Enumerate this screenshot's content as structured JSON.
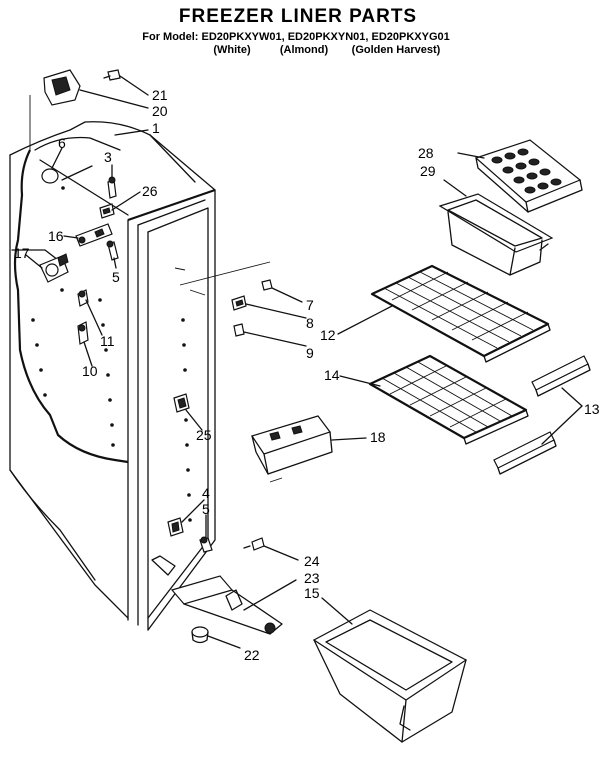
{
  "header": {
    "title": "FREEZER LINER PARTS",
    "model_line": "For Model: ED20PKXYW01, ED20PKXYN01, ED20PKXYG01",
    "color_white": "(White)",
    "color_almond": "(Almond)",
    "color_golden": "(Golden Harvest)"
  },
  "callouts": {
    "c21": "21",
    "c20": "20",
    "c1": "1",
    "c6": "6",
    "c3": "3",
    "c26": "26",
    "c16": "16",
    "c17": "17",
    "c5a": "5",
    "c11": "11",
    "c10": "10",
    "c7": "7",
    "c8": "8",
    "c9": "9",
    "c25": "25",
    "c4": "4",
    "c5b": "5",
    "c28": "28",
    "c29": "29",
    "c12": "12",
    "c14": "14",
    "c13": "13",
    "c18": "18",
    "c24": "24",
    "c23": "23",
    "c15": "15",
    "c22": "22"
  }
}
